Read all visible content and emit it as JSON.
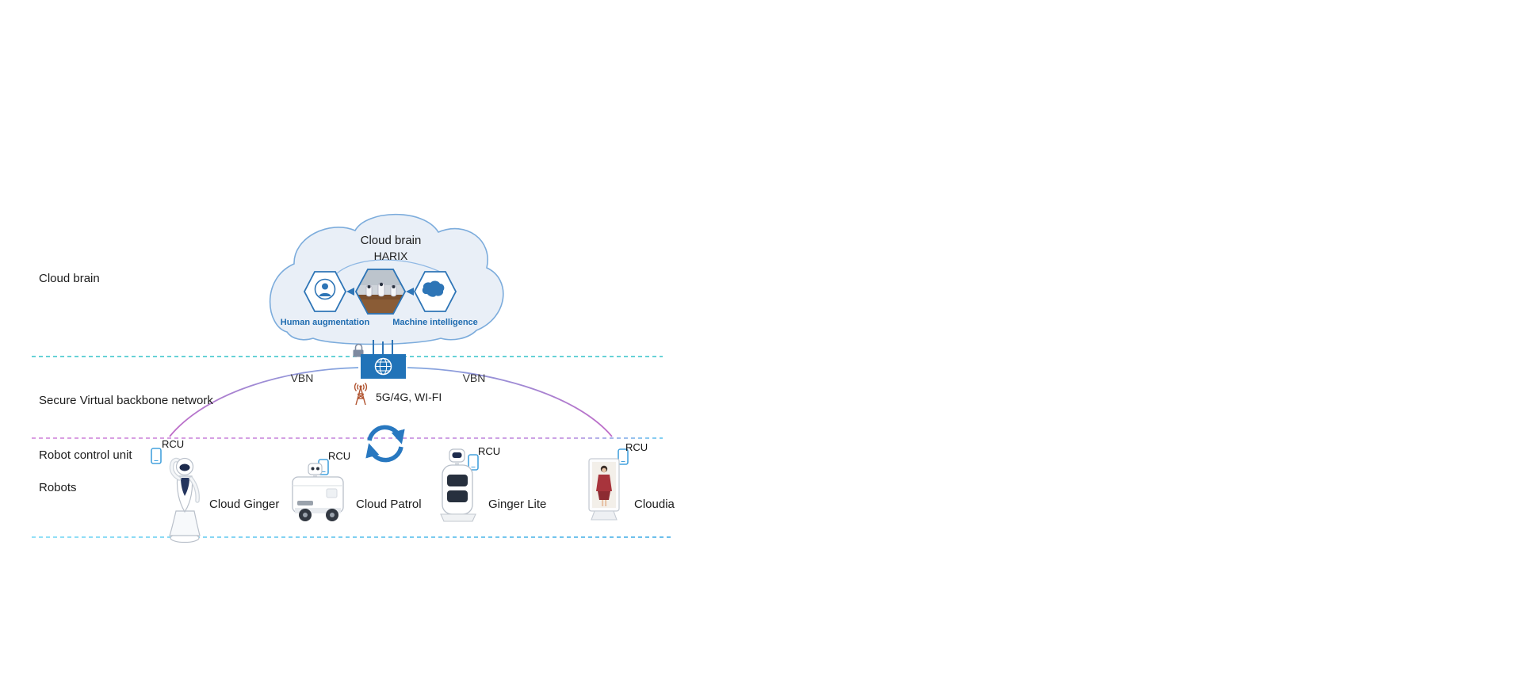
{
  "layer_labels": {
    "cloud_brain": "Cloud brain",
    "secure_vbn": "Secure Virtual backbone network",
    "robot_control_unit": "Robot control unit",
    "robots": "Robots"
  },
  "cloud": {
    "title": "Cloud brain",
    "subtitle": "HARIX",
    "left_capability": "Human augmentation",
    "right_capability": "Machine intelligence"
  },
  "network": {
    "vbn_left": "VBN",
    "vbn_right": "VBN",
    "wireless": "5G/4G, WI-FI"
  },
  "robots": [
    {
      "name": "Cloud Ginger",
      "rcu": "RCU"
    },
    {
      "name": "Cloud Patrol",
      "rcu": "RCU"
    },
    {
      "name": "Ginger Lite",
      "rcu": "RCU"
    },
    {
      "name": "Cloudia",
      "rcu": "RCU"
    }
  ],
  "icons": {
    "left_hexagon": "user-icon",
    "middle_hexagon": "robots-photo",
    "right_hexagon": "brain-icon",
    "gateway": "globe-router-icon",
    "security": "lock-icon",
    "wireless": "radio-tower-icon",
    "exchange": "sync-arrows-icon",
    "rcu_device": "smartphone-icon"
  },
  "colors": {
    "accent_blue": "#2e75b6",
    "cloud_fill": "#e9eff7",
    "cloud_stroke": "#7cacdc",
    "dashed_teal": "#35c4c8",
    "dashed_purple": "#c77fd6",
    "dashed_cyan": "#58c8ee",
    "curve_purple": "#b679d2",
    "antenna_brown": "#b0532f",
    "phone_blue": "#45a2dd",
    "router_fill": "#2173b8"
  }
}
